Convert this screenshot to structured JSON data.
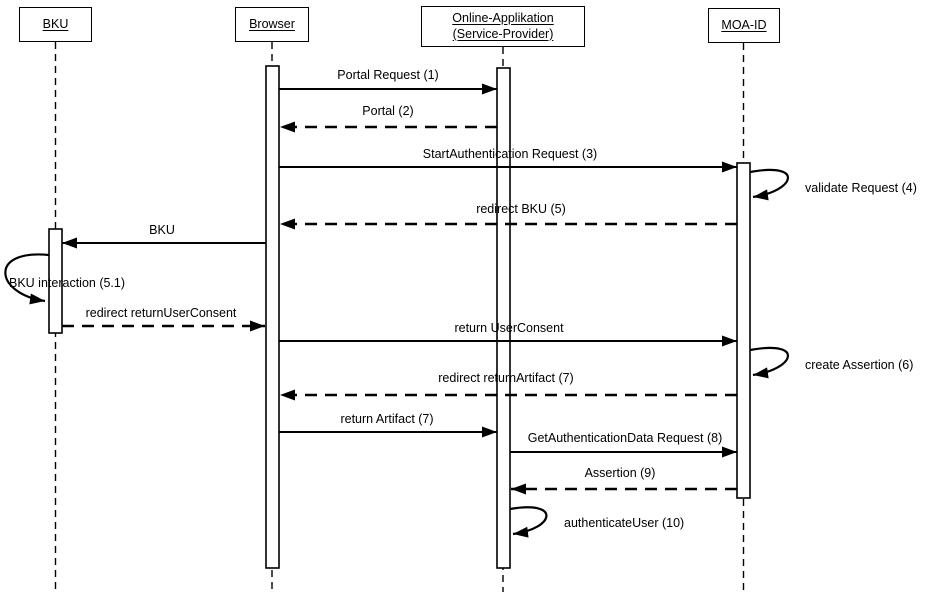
{
  "diagram": {
    "type": "uml-sequence",
    "background": "#ffffff",
    "line_color": "#000000",
    "text_color": "#000000",
    "actors": [
      {
        "label": "BKU"
      },
      {
        "label": "Browser"
      },
      {
        "label": "Online-Applikation (Service-Provider)"
      },
      {
        "label": "MOA-ID"
      }
    ],
    "messages": [
      {
        "label": "Portal Request (1)",
        "from": "Browser",
        "to": "Online-Applikation (Service-Provider)",
        "style": "solid"
      },
      {
        "label": "Portal (2)",
        "from": "Online-Applikation (Service-Provider)",
        "to": "Browser",
        "style": "dashed"
      },
      {
        "label": "StartAuthentication Request (3)",
        "from": "Browser",
        "to": "MOA-ID",
        "style": "solid"
      },
      {
        "label": "validate Request (4)",
        "from": "MOA-ID",
        "to": "MOA-ID",
        "style": "self"
      },
      {
        "label": "redirect BKU (5)",
        "from": "MOA-ID",
        "to": "Browser",
        "style": "dashed"
      },
      {
        "label": "BKU",
        "from": "Browser",
        "to": "BKU",
        "style": "solid"
      },
      {
        "label": "BKU interaction (5.1)",
        "from": "BKU",
        "to": "BKU",
        "style": "self"
      },
      {
        "label": "redirect returnUserConsent",
        "from": "BKU",
        "to": "Browser",
        "style": "dashed"
      },
      {
        "label": "return UserConsent",
        "from": "Browser",
        "to": "MOA-ID",
        "style": "solid"
      },
      {
        "label": "create Assertion (6)",
        "from": "MOA-ID",
        "to": "MOA-ID",
        "style": "self"
      },
      {
        "label": "redirect returnArtifact (7)",
        "from": "MOA-ID",
        "to": "Browser",
        "style": "dashed"
      },
      {
        "label": "return Artifact (7)",
        "from": "Browser",
        "to": "Online-Applikation (Service-Provider)",
        "style": "solid"
      },
      {
        "label": "GetAuthenticationData Request (8)",
        "from": "Online-Applikation (Service-Provider)",
        "to": "MOA-ID",
        "style": "solid"
      },
      {
        "label": "Assertion (9)",
        "from": "MOA-ID",
        "to": "Online-Applikation (Service-Provider)",
        "style": "dashed"
      },
      {
        "label": "authenticateUser (10)",
        "from": "Online-Applikation (Service-Provider)",
        "to": "Online-Applikation (Service-Provider)",
        "style": "self"
      }
    ]
  }
}
